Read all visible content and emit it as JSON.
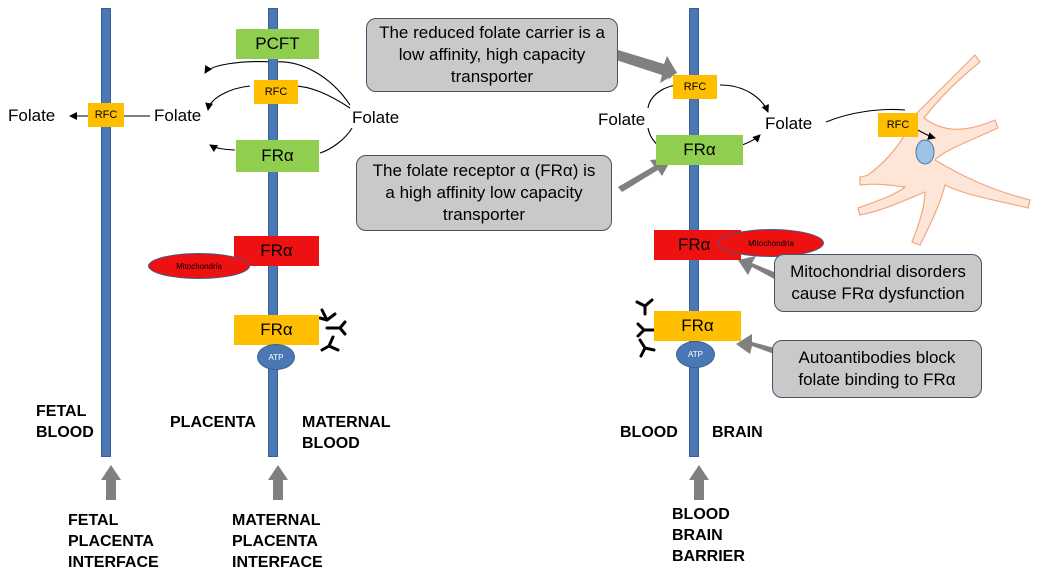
{
  "labels": {
    "folate": "Folate",
    "rfc": "RFC",
    "pcft": "PCFT",
    "fra": "FRα",
    "mitochondria": "Mitochondria",
    "atp": "ATP"
  },
  "regions": {
    "fetal_blood": "FETAL\nBLOOD",
    "placenta": "PLACENTA",
    "maternal_blood": "MATERNAL\nBLOOD",
    "blood": "BLOOD",
    "brain": "BRAIN",
    "fetal_placenta_interface": "FETAL\nPLACENTA\nINTERFACE",
    "maternal_placenta_interface": "MATERNAL\nPLACENTA\nINTERFACE",
    "blood_brain_barrier": "BLOOD\nBRAIN\nBARRIER"
  },
  "callouts": {
    "rfc_note": "The reduced folate carrier is a\nlow affinity, high capacity\ntransporter",
    "fra_note": "The folate receptor α (FRα) is\na high affinity low capacity\ntransporter",
    "mito_note": "Mitochondrial disorders\ncause FRα dysfunction",
    "auto_note": "Autoantibodies block\nfolate binding to FRα"
  },
  "colors": {
    "membrane": "#4a78b5",
    "green": "#8fce4f",
    "red": "#ee1111",
    "yellow": "#ffbf00",
    "callout": "#c9c9c9",
    "arrow": "#808080",
    "neuron": "#fde6d8"
  }
}
